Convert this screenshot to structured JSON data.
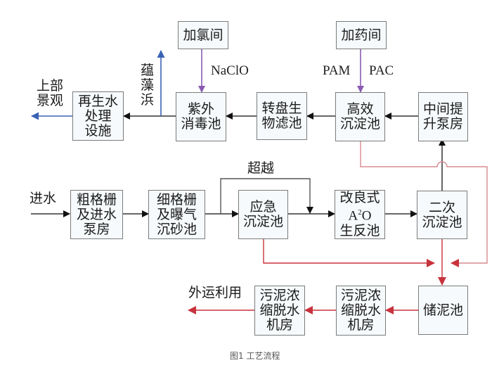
{
  "colors": {
    "main_flow": "#333333",
    "sludge_flow": "#c8323c",
    "sludge_return": "#d88a90",
    "chemical_feed": "#8a5bb0",
    "reuse_flow": "#3a62b4",
    "box_border": "#7b7b7b",
    "box_fill": "#f6fafc"
  },
  "nodes": {
    "chlorine_room": "加氯间",
    "dosing_room": "加药间",
    "reclaimed_water": "再生水\n处理\n设施",
    "uv_disinfection": "紫外\n消毒池",
    "disc_filter": "转盘生\n物滤池",
    "high_eff_sedimentation": "高效\n沉淀池",
    "intermediate_pump": "中间提\n升泵房",
    "coarse_screen": "粗格栅\n及进水\n泵房",
    "fine_screen": "细格栅\n及曝气\n沉砂池",
    "emergency_sedimentation": "应急\n沉淀池",
    "a2o_line1": "改良式",
    "a2o_line2_a": "A",
    "a2o_line2_sup": "2",
    "a2o_line2_b": "O",
    "a2o_line3": "生反池",
    "secondary_sedimentation": "二次\n沉淀池",
    "sludge_storage": "储泥池",
    "dewatering_2": "污泥浓\n缩脱水\n机房",
    "dewatering_1": "污泥浓\n缩脱水\n机房"
  },
  "labels": {
    "inflow": "进水",
    "bypass": "超越",
    "landscape": "上部\n景观",
    "river": "蕴\n藻\n浜",
    "naclo": "NaClO",
    "pam": "PAM",
    "pac": "PAC",
    "offsite": "外运利用"
  },
  "caption": "图1 工艺流程"
}
